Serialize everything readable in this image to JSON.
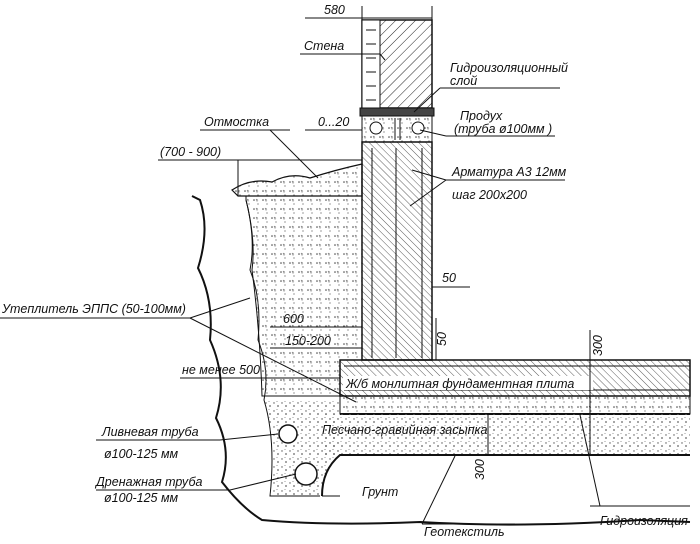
{
  "labels": {
    "dim_580": "580",
    "wall": "Стена",
    "waterproof_layer_1": "Гидроизоляционный",
    "waterproof_layer_2": "слой",
    "blind_area": "Отмостка",
    "gap": "0...20",
    "vent_1": "Продух",
    "vent_2": "(труба ø100мм )",
    "width_range": "(700 - 900)",
    "rebar_1": "Арматура А3 12мм",
    "rebar_2": "шаг 200х200",
    "dim_50_a": "50",
    "insulation": "Утеплитель ЭППС (50-100мм)",
    "dim_600": "600",
    "dim_150_200": "150-200",
    "dim_50_b": "50",
    "dim_300_a": "300",
    "min_500": "не менее 500",
    "slab": "Ж/б монлитная фундаментная плита",
    "storm_pipe_1": "Ливневая труба",
    "storm_pipe_2": "ø100-125 мм",
    "backfill": "Песчано-гравийная засыпка",
    "dim_300_b": "300",
    "drain_pipe_1": "Дренажная труба",
    "drain_pipe_2": "ø100-125 мм",
    "soil": "Грунт",
    "geotextile": "Геотекстиль",
    "waterproofing": "Гидроизоляция"
  }
}
